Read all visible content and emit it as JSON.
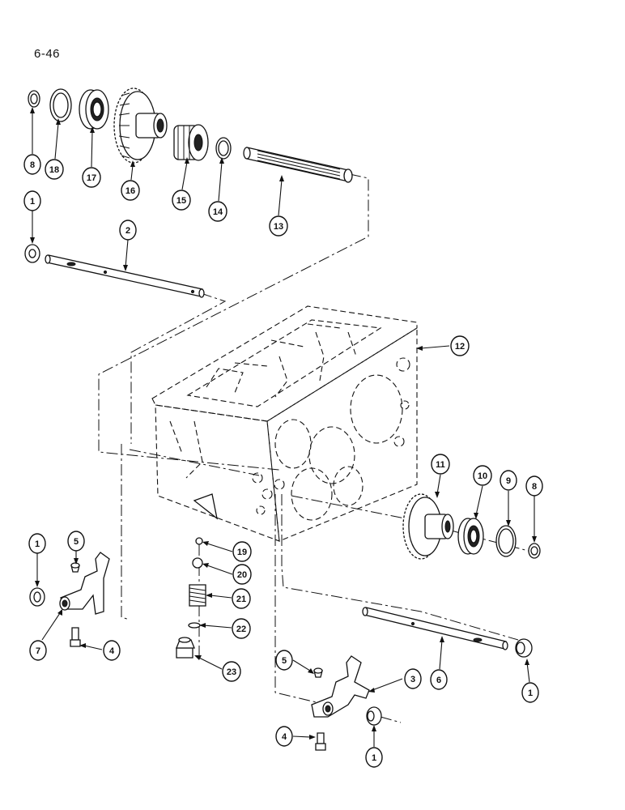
{
  "page_number": "6-46",
  "callouts": {
    "c1a": "1",
    "c1b": "1",
    "c1c": "1",
    "c1d": "1",
    "c2": "2",
    "c3": "3",
    "c4a": "4",
    "c4b": "4",
    "c5a": "5",
    "c5b": "5",
    "c6": "6",
    "c7": "7",
    "c8a": "8",
    "c8b": "8",
    "c9": "9",
    "c10": "10",
    "c11": "11",
    "c12": "12",
    "c13": "13",
    "c14": "14",
    "c15": "15",
    "c16": "16",
    "c17": "17",
    "c18": "18",
    "c19": "19",
    "c20": "20",
    "c21": "21",
    "c22": "22",
    "c23": "23"
  }
}
